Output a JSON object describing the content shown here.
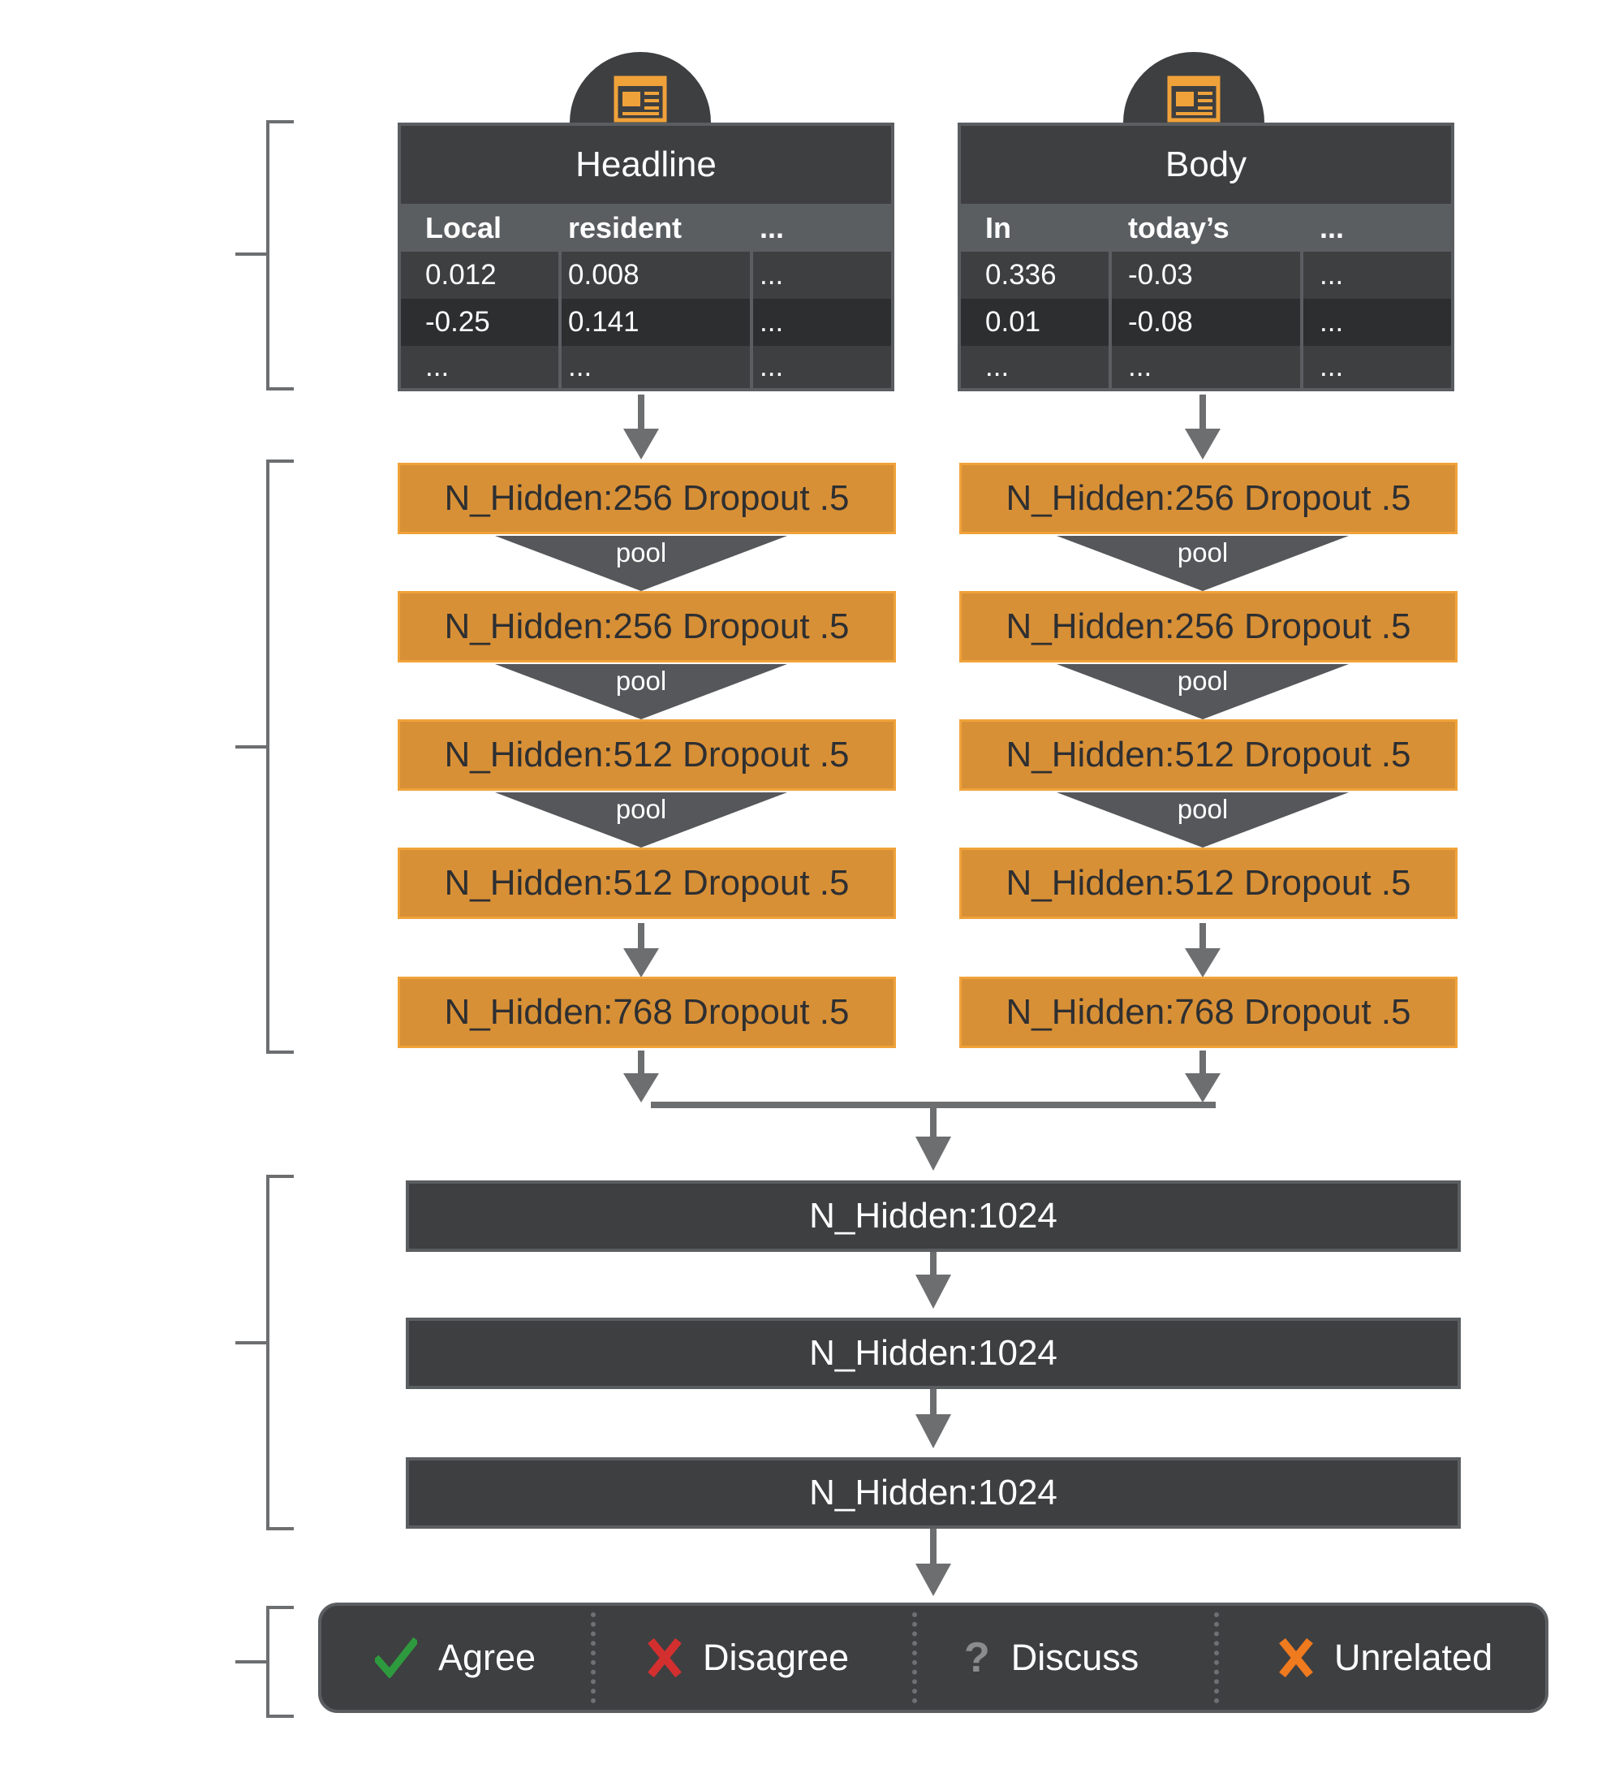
{
  "inputs": {
    "headline": {
      "title": "Headline",
      "icon": "newspaper-icon",
      "columns": [
        "Local",
        "resident",
        "..."
      ],
      "rows": [
        [
          "0.012",
          "0.008",
          "..."
        ],
        [
          "-0.25",
          "0.141",
          "..."
        ],
        [
          "...",
          "...",
          "..."
        ]
      ]
    },
    "body": {
      "title": "Body",
      "icon": "newspaper-icon",
      "columns": [
        "In",
        "today’s",
        "..."
      ],
      "rows": [
        [
          "0.336",
          "-0.03",
          "..."
        ],
        [
          "0.01",
          "-0.08",
          "..."
        ],
        [
          "...",
          "...",
          "..."
        ]
      ]
    }
  },
  "conv_blocks": [
    "N_Hidden:256 Dropout .5",
    "N_Hidden:256 Dropout .5",
    "N_Hidden:512 Dropout .5",
    "N_Hidden:512 Dropout .5",
    "N_Hidden:768 Dropout .5"
  ],
  "pool_label": "pool",
  "dense_blocks": [
    "N_Hidden:1024",
    "N_Hidden:1024",
    "N_Hidden:1024"
  ],
  "outputs": [
    {
      "label": "Agree",
      "icon": "checkmark-icon",
      "color": "#2e9a3e"
    },
    {
      "label": "Disagree",
      "icon": "x-icon",
      "color": "#d32f2f"
    },
    {
      "label": "Discuss",
      "icon": "question-icon",
      "color": "#8a8c8e"
    },
    {
      "label": "Unrelated",
      "icon": "x-icon",
      "color": "#f07a1e"
    }
  ],
  "colors": {
    "dark_block": "#3e3f41",
    "header_gray": "#5b5e61",
    "orange_block": "#d89036",
    "orange_border": "#f0a23a",
    "arrow_gray": "#6c6e70"
  }
}
